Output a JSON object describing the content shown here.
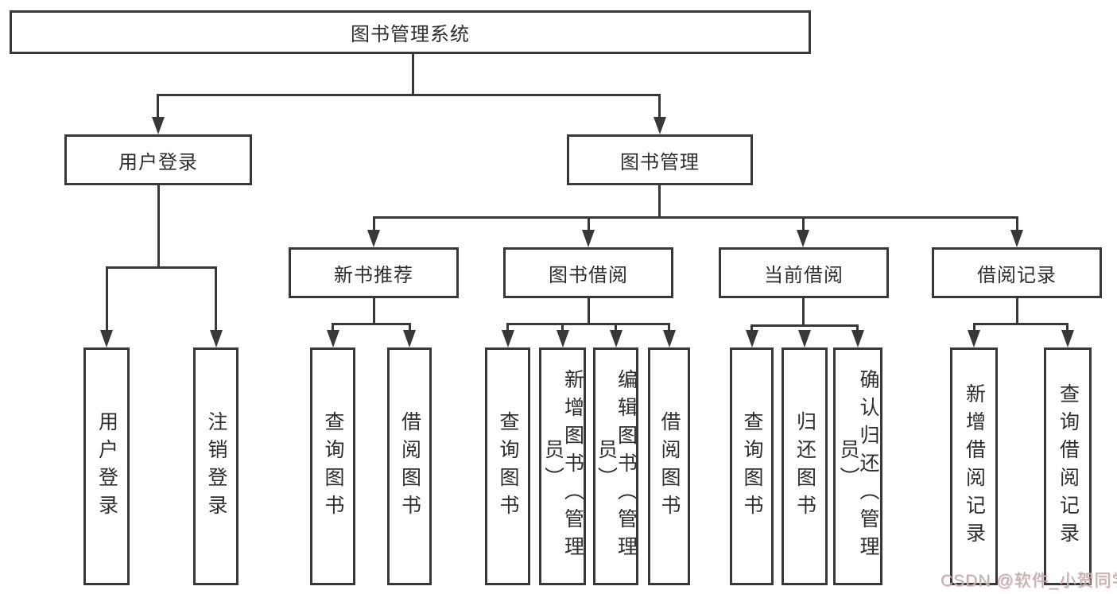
{
  "diagram": {
    "root": {
      "label": "图书管理系统"
    },
    "level2": [
      {
        "label": "用户登录"
      },
      {
        "label": "图书管理"
      }
    ],
    "level3": [
      {
        "label": "新书推荐"
      },
      {
        "label": "图书借阅"
      },
      {
        "label": "当前借阅"
      },
      {
        "label": "借阅记录"
      }
    ],
    "leaves": {
      "user_login": [
        "用户登录",
        "注销登录"
      ],
      "new_books": [
        "查询图书",
        "借阅图书"
      ],
      "book_borrow": [
        "查询图书",
        "新增图书（管理员）",
        "编辑图书（管理员）",
        "借阅图书"
      ],
      "current_borrow": [
        "查询图书",
        "归还图书",
        "确认归还（管理员）"
      ],
      "borrow_records": [
        "新增借阅记录",
        "查询借阅记录"
      ]
    }
  },
  "watermark": "CSDN @软件_小贺同学",
  "colors": {
    "line": "#383838",
    "box_border": "#383838",
    "text": "#2e2e2e",
    "watermark": "#b6b6b6"
  }
}
